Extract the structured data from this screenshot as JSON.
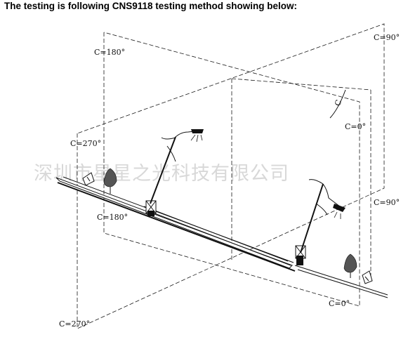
{
  "heading": "The testing is following CNS9118 testing method showing below:",
  "watermark": "深圳市星星之光科技有限公司",
  "labels": {
    "c180_top": "C=180°",
    "c90_top": "C=90°",
    "c_angle": "C",
    "c0_upper": "C=0°",
    "c270_mid": "C=270°",
    "c180_mid": "C=180°",
    "c90_mid": "C=90°",
    "c0_lower": "C=0°",
    "c270_bottom": "C=270°"
  },
  "colors": {
    "line": "#111111",
    "watermark": "#d8d8d8",
    "background": "#ffffff"
  }
}
